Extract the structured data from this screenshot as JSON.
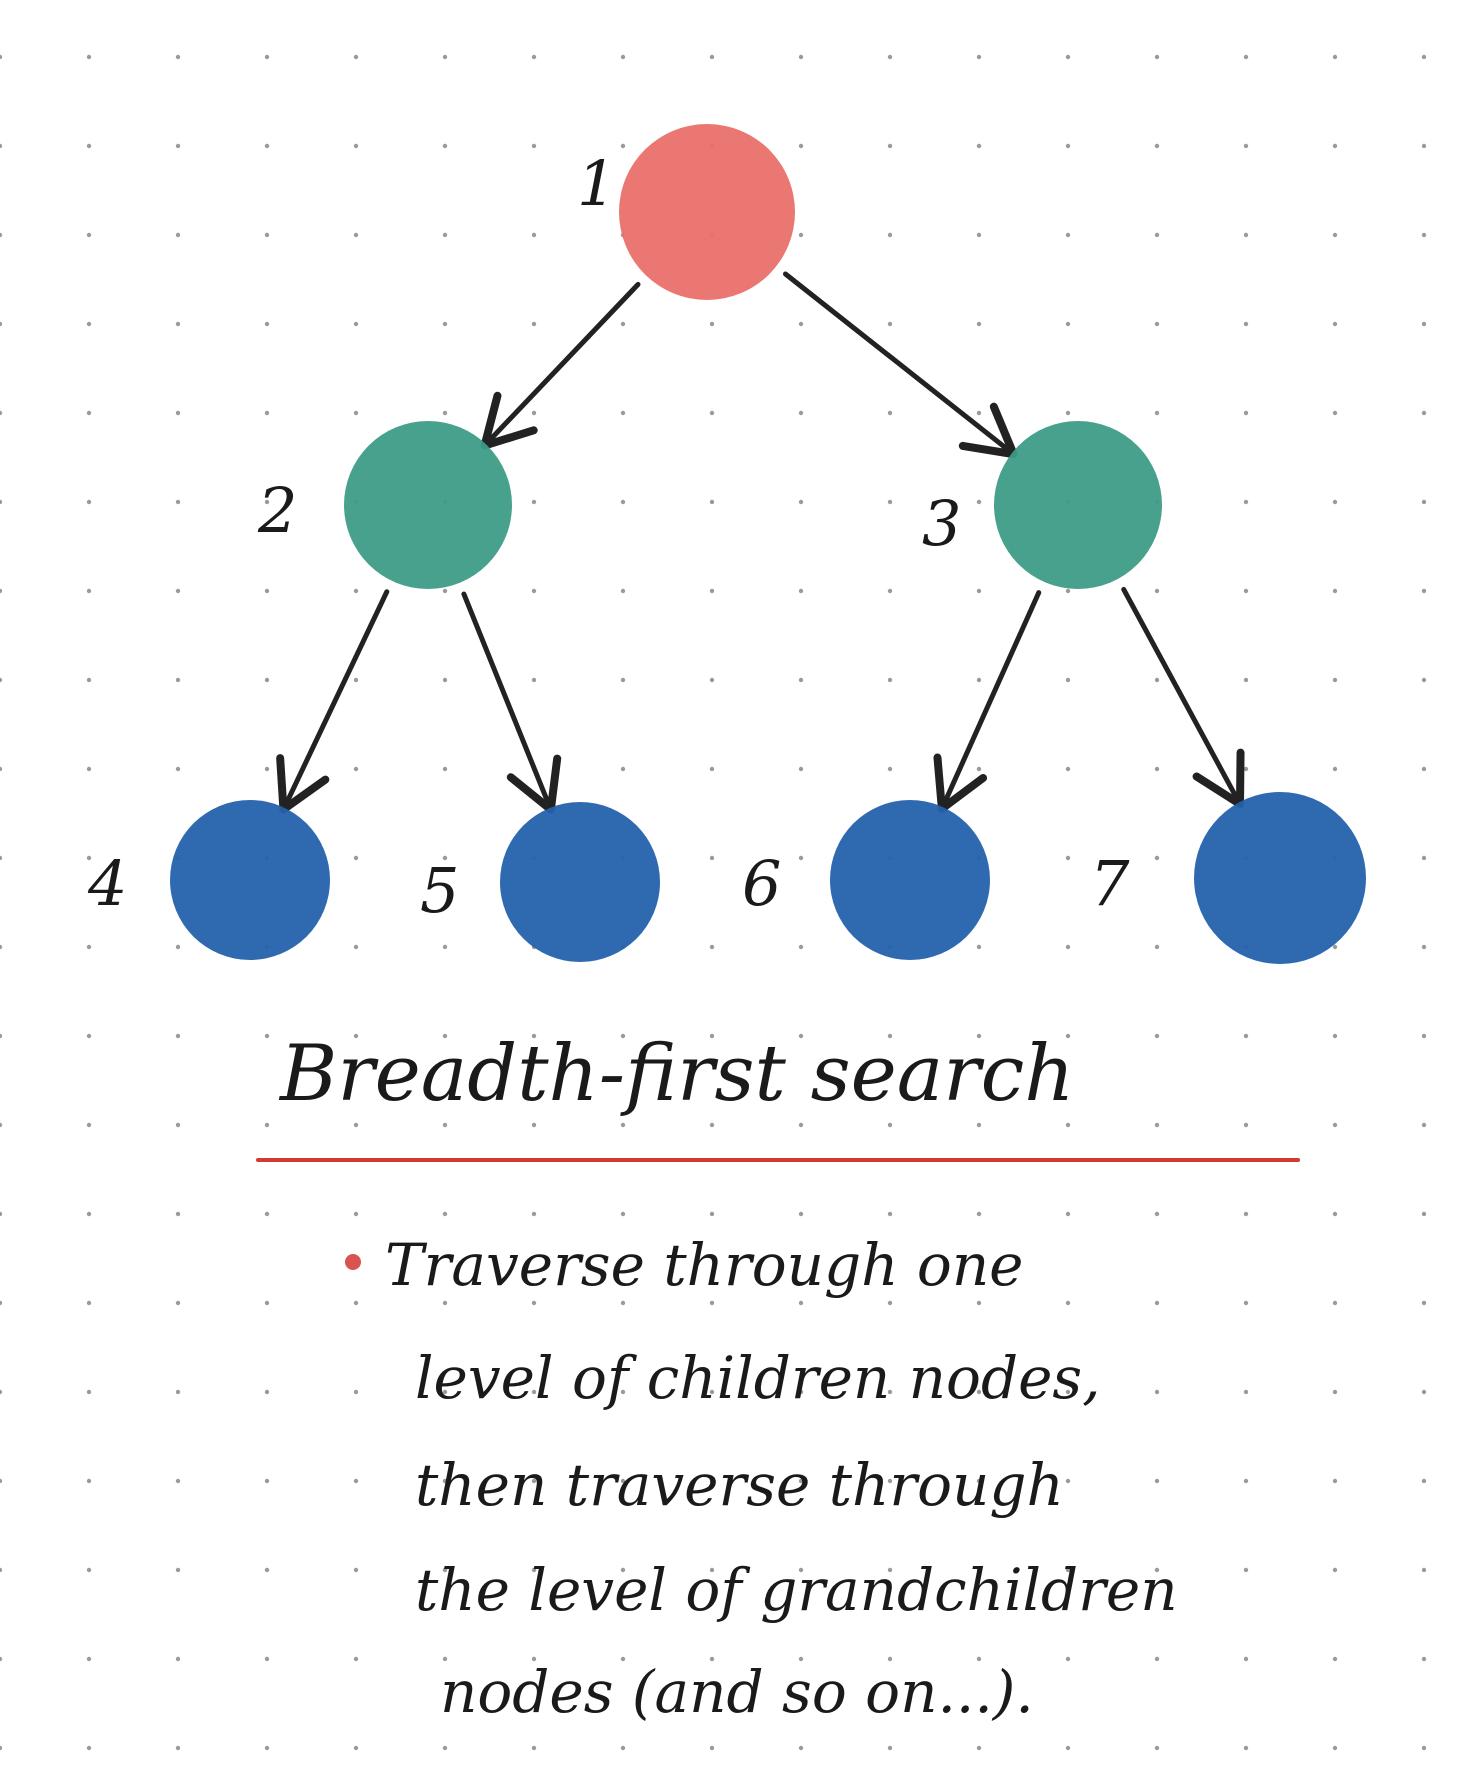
{
  "diagram": {
    "title": "Breadth-first search",
    "nodes": [
      {
        "id": "1",
        "label": "1",
        "level": 0,
        "color": "#e9706a"
      },
      {
        "id": "2",
        "label": "2",
        "level": 1,
        "color": "#3e9c86"
      },
      {
        "id": "3",
        "label": "3",
        "level": 1,
        "color": "#3e9c86"
      },
      {
        "id": "4",
        "label": "4",
        "level": 2,
        "color": "#2462ad"
      },
      {
        "id": "5",
        "label": "5",
        "level": 2,
        "color": "#2462ad"
      },
      {
        "id": "6",
        "label": "6",
        "level": 2,
        "color": "#2462ad"
      },
      {
        "id": "7",
        "label": "7",
        "level": 2,
        "color": "#2462ad"
      }
    ],
    "edges": [
      {
        "from": "1",
        "to": "2"
      },
      {
        "from": "1",
        "to": "3"
      },
      {
        "from": "2",
        "to": "4"
      },
      {
        "from": "2",
        "to": "5"
      },
      {
        "from": "3",
        "to": "6"
      },
      {
        "from": "3",
        "to": "7"
      }
    ],
    "underline_color": "#d23b32",
    "bullet_color": "#d9534f",
    "note_lines": [
      "Traverse through one",
      "level of children nodes,",
      "then traverse through",
      "the level of grandchildren",
      "nodes (and so on...)."
    ]
  }
}
